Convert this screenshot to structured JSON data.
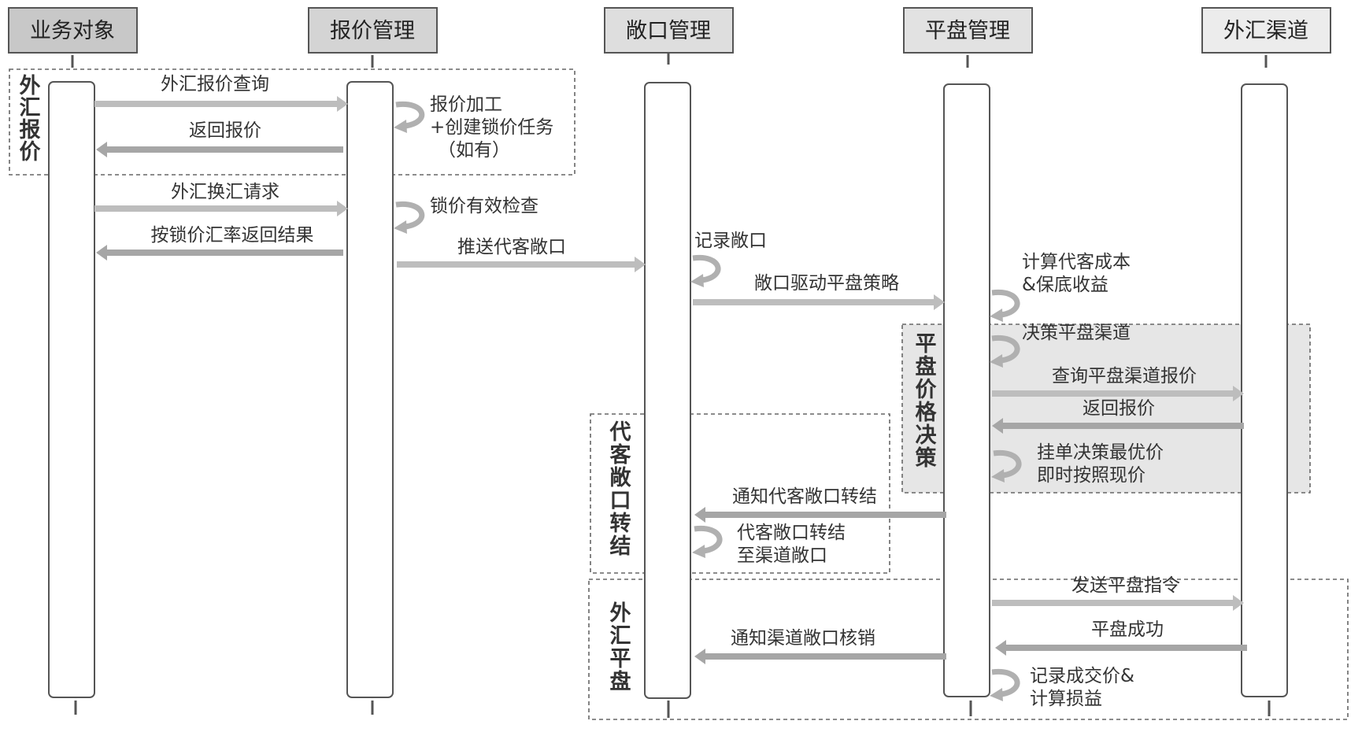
{
  "participants": [
    {
      "label": "业务对象",
      "fill": "#c8c8c8"
    },
    {
      "label": "报价管理",
      "fill": "#d4d4d4"
    },
    {
      "label": "敞口管理",
      "fill": "#dedede"
    },
    {
      "label": "平盘管理",
      "fill": "#e2e2e2"
    },
    {
      "label": "外汇渠道",
      "fill": "#ececec"
    }
  ],
  "frames": {
    "fx_quote": "外汇报价",
    "proxy_transfer": "代客敞口转结",
    "hedge_price_decision": "平盘价格决策",
    "fx_hedge": "外汇平盘"
  },
  "messages": {
    "fx_quote_query": "外汇报价查询",
    "return_quote_1": "返回报价",
    "fx_exchange_request": "外汇换汇请求",
    "return_locked_rate_result": "按锁价汇率返回结果",
    "push_proxy_exposure": "推送代客敞口",
    "exposure_driven_strategy": "敞口驱动平盘策略",
    "query_channel_quote": "查询平盘渠道报价",
    "return_quote_2": "返回报价",
    "notify_proxy_transfer": "通知代客敞口转结",
    "send_hedge_order": "发送平盘指令",
    "hedge_success": "平盘成功",
    "notify_channel_writeoff": "通知渠道敞口核销"
  },
  "self_notes": {
    "quote_processing": [
      "报价加工",
      "+创建锁价任务",
      "（如有）"
    ],
    "lock_price_check": [
      "锁价有效检查"
    ],
    "record_exposure": [
      "记录敞口"
    ],
    "compute_cost": [
      "计算代客成本",
      "&保底收益"
    ],
    "decide_channel": [
      "决策平盘渠道"
    ],
    "order_decision": [
      "挂单决策最优价",
      "即时按照现价"
    ],
    "proxy_to_channel": [
      "代客敞口转结",
      "至渠道敞口"
    ],
    "record_deal": [
      "记录成交价&",
      "计算损益"
    ]
  }
}
